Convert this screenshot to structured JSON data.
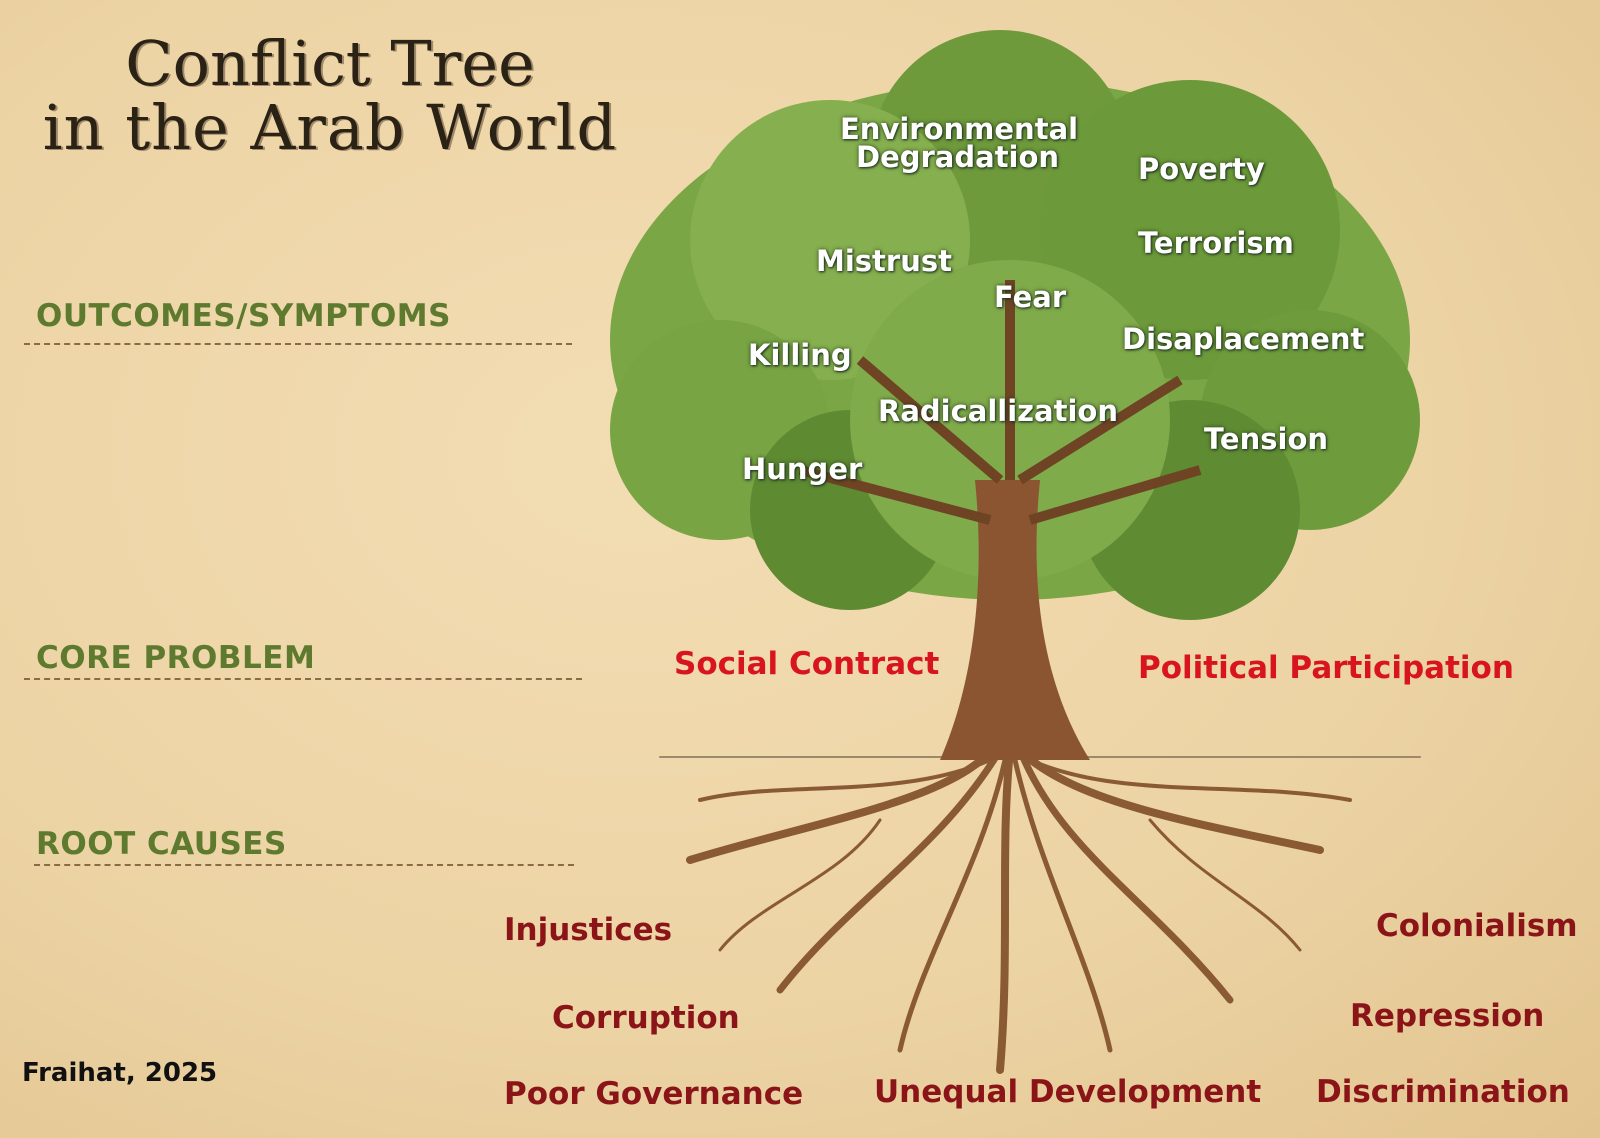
{
  "title": {
    "line1": "Conflict Tree",
    "line2": "in the Arab World"
  },
  "sections": {
    "outcomes": "OUTCOMES/SYMPTOMS",
    "core": "CORE PROBLEM",
    "roots": "ROOT CAUSES"
  },
  "outcomes": [
    "Environmental",
    "Degradation",
    "Poverty",
    "Terrorism",
    "Mistrust",
    "Fear",
    "Disaplacement",
    "Killing",
    "Radicallization",
    "Tension",
    "Hunger"
  ],
  "core_problems": [
    "Social Contract",
    "Political Participation"
  ],
  "root_causes": [
    "Injustices",
    "Colonialism",
    "Corruption",
    "Repression",
    "Poor Governance",
    "Unequal Development",
    "Discrimination"
  ],
  "credit": "Fraihat, 2025",
  "colors": {
    "outcomes": "#ffffff",
    "core": "#d8141e",
    "roots": "#8a1418",
    "sections": "#5e7a2e"
  }
}
